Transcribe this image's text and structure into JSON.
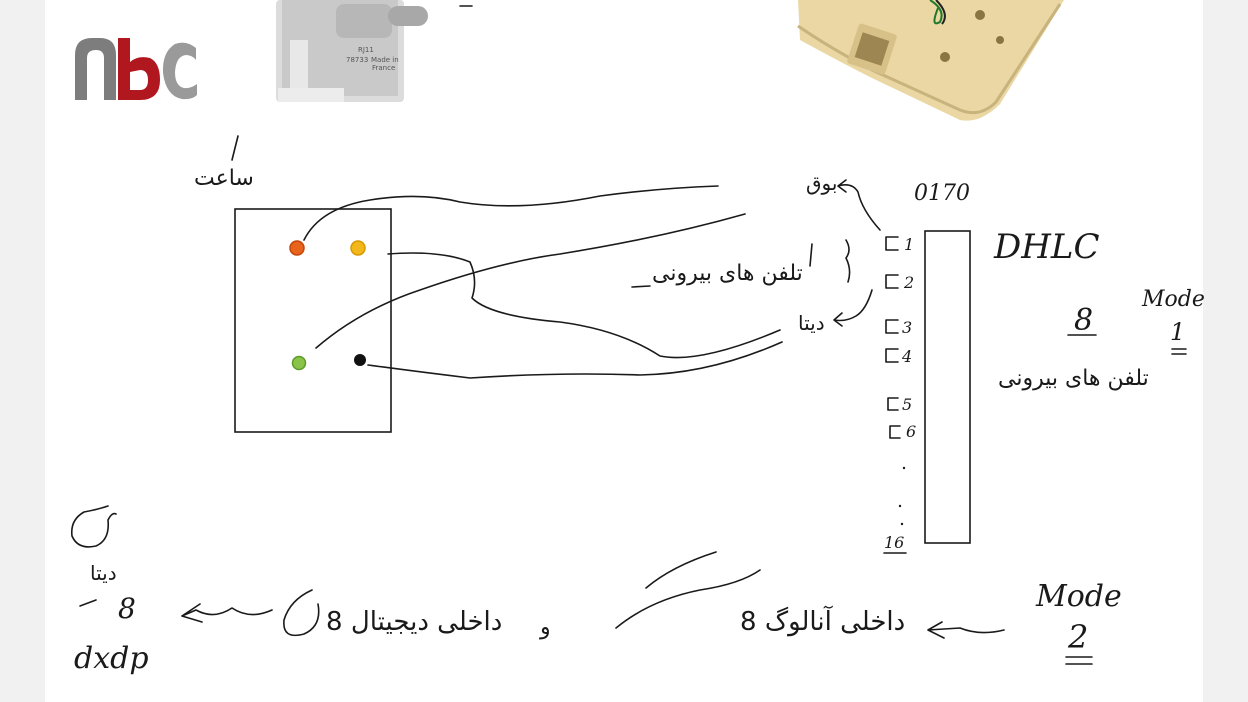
{
  "logo": {
    "text": "nbc",
    "colors": [
      "#7d7d7d",
      "#b0171f"
    ]
  },
  "photos": {
    "rj11_module": {
      "lines": [
        "RJ11",
        "78733",
        "Made in",
        "France"
      ]
    },
    "telephone_box": {
      "color": "#ead7a4"
    }
  },
  "socket": {
    "label": "ساعت",
    "dot_colors": [
      "#e8641c",
      "#f2b71b",
      "#8bc34a",
      "#111111"
    ]
  },
  "dhlc": {
    "top_label": "0170",
    "name": "DHLC",
    "port_labels": [
      "1",
      "2",
      "3",
      "4",
      "5",
      "6",
      "16"
    ],
    "pair_label": "تلفن های بیرونی",
    "arrow_labels": [
      "بوق",
      "دیتا"
    ]
  },
  "mode1": {
    "title": "Mode",
    "number": "1",
    "count": "8",
    "caption": "تلفن های بیرونی"
  },
  "mode2": {
    "title": "Mode",
    "number": "2",
    "desc_internal_analog": "8 داخلی آنالوگ",
    "desc_internal_digital": "8 داخلی دیجیتال",
    "joiner": "و"
  },
  "left_notes": {
    "digit": "8",
    "word": "دیتا",
    "code": "dxdp"
  }
}
